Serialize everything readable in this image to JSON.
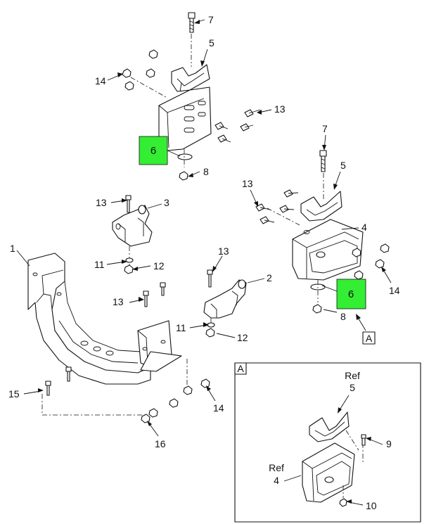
{
  "colors": {
    "highlight": "#33ee33",
    "line": "#111111",
    "background": "#ffffff"
  },
  "callouts": {
    "c7a": "7",
    "c5a": "5",
    "c14a": "14",
    "c13a": "13",
    "c6a": "6",
    "c8a": "8",
    "c7b": "7",
    "c5b": "5",
    "c13b": "13",
    "c4": "4",
    "c6b": "6",
    "c14b": "14",
    "c8b": "8",
    "cA": "A",
    "c13c": "13",
    "c3": "3",
    "c1": "1",
    "c11a": "11",
    "c12a": "12",
    "c13d": "13",
    "c2": "2",
    "c13e": "13",
    "c11b": "11",
    "c12b": "12",
    "c15": "15",
    "c14c": "14",
    "c16": "16"
  },
  "detail": {
    "tag": "A",
    "ref5_word": "Ref",
    "ref5_num": "5",
    "ref4_word": "Ref",
    "ref4_num": "4",
    "c9": "9",
    "c10": "10"
  }
}
